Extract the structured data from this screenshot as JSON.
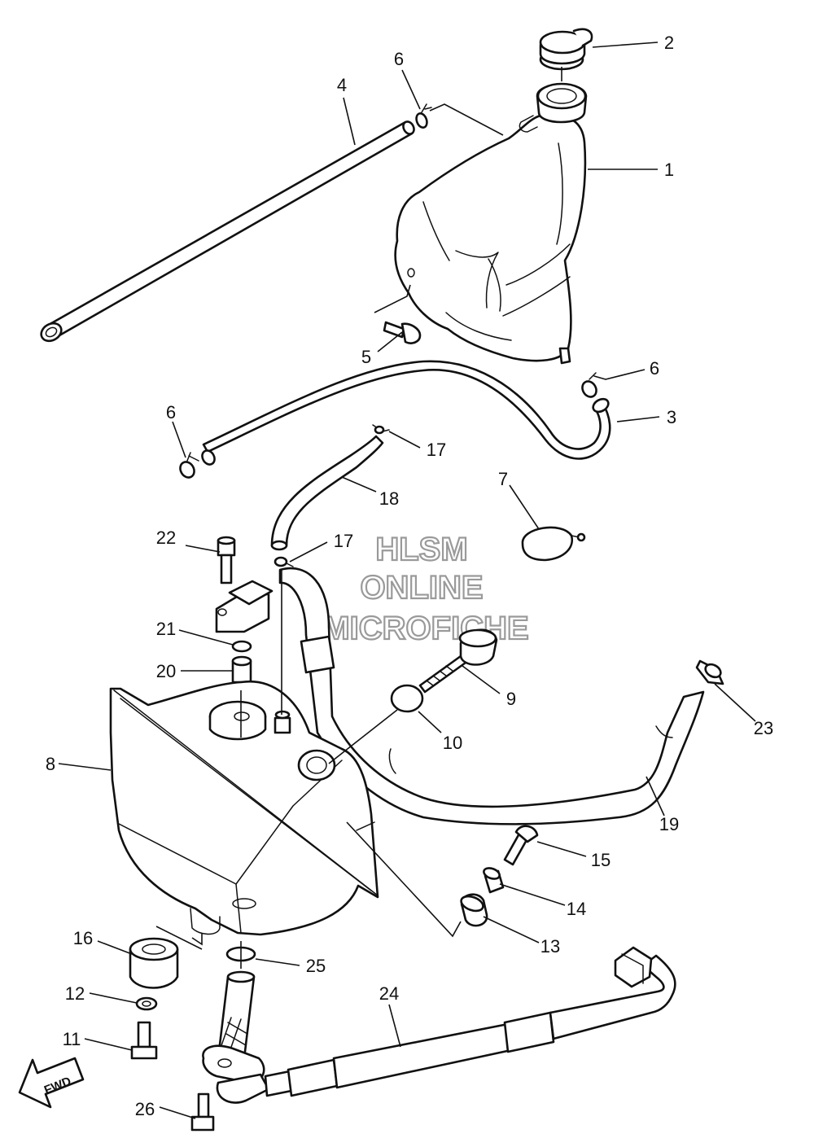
{
  "watermark": {
    "line1": "HLSM",
    "line2": "ONLINE",
    "line3": "MICROFICHE"
  },
  "fwd_label": "FWD",
  "callouts": [
    "1",
    "2",
    "3",
    "4",
    "5",
    "6",
    "6",
    "6",
    "7",
    "8",
    "9",
    "10",
    "11",
    "12",
    "13",
    "14",
    "15",
    "16",
    "17",
    "17",
    "18",
    "19",
    "20",
    "21",
    "22",
    "23",
    "24",
    "25",
    "26"
  ]
}
